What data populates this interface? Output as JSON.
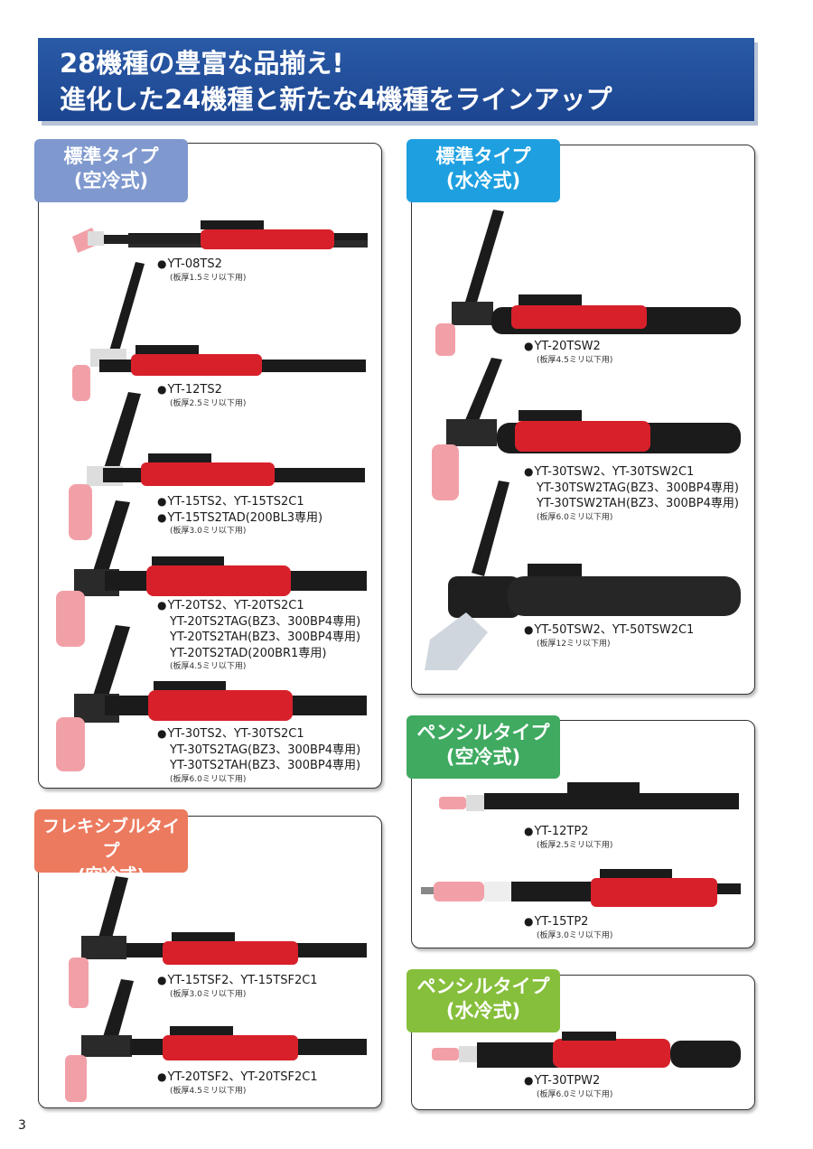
{
  "banner": {
    "line1": "28機種の豊富な品揃え!",
    "line2": "進化した24機種と新たな4機種をラインアップ"
  },
  "categories": {
    "std_air": {
      "line1": "標準タイプ",
      "line2": "(空冷式)",
      "color": "#7f99cf"
    },
    "std_water": {
      "line1": "標準タイプ",
      "line2": "(水冷式)",
      "color": "#1ea0e0"
    },
    "flex_air": {
      "line1": "フレキシブルタイプ",
      "line2": "(空冷式)",
      "color": "#ec7a5e"
    },
    "pencil_air": {
      "line1": "ペンシルタイプ",
      "line2": "(空冷式)",
      "color": "#3faa60"
    },
    "pencil_water": {
      "line1": "ペンシルタイプ",
      "line2": "(水冷式)",
      "color": "#86bf3b"
    }
  },
  "bullet": "●",
  "models": {
    "yt08ts2": {
      "lines": [
        "YT-08TS2"
      ],
      "spec": "(板厚1.5ミリ以下用)"
    },
    "yt12ts2": {
      "lines": [
        "YT-12TS2"
      ],
      "spec": "(板厚2.5ミリ以下用)"
    },
    "yt15ts2": {
      "lines": [
        "YT-15TS2、YT-15TS2C1",
        "YT-15TS2TAD(200BL3専用)"
      ],
      "spec": "(板厚3.0ミリ以下用)"
    },
    "yt20ts2": {
      "lines": [
        "YT-20TS2、YT-20TS2C1",
        "YT-20TS2TAG(BZ3、300BP4専用)",
        "YT-20TS2TAH(BZ3、300BP4専用)",
        "YT-20TS2TAD(200BR1専用)"
      ],
      "spec": "(板厚4.5ミリ以下用)"
    },
    "yt30ts2": {
      "lines": [
        "YT-30TS2、YT-30TS2C1",
        "YT-30TS2TAG(BZ3、300BP4専用)",
        "YT-30TS2TAH(BZ3、300BP4専用)"
      ],
      "spec": "(板厚6.0ミリ以下用)"
    },
    "yt15tsf2": {
      "lines": [
        "YT-15TSF2、YT-15TSF2C1"
      ],
      "spec": "(板厚3.0ミリ以下用)"
    },
    "yt20tsf2": {
      "lines": [
        "YT-20TSF2、YT-20TSF2C1"
      ],
      "spec": "(板厚4.5ミリ以下用)"
    },
    "yt20tsw2": {
      "lines": [
        "YT-20TSW2"
      ],
      "spec": "(板厚4.5ミリ以下用)"
    },
    "yt30tsw2": {
      "lines": [
        "YT-30TSW2、YT-30TSW2C1",
        "YT-30TSW2TAG(BZ3、300BP4専用)",
        "YT-30TSW2TAH(BZ3、300BP4専用)"
      ],
      "spec": "(板厚6.0ミリ以下用)"
    },
    "yt50tsw2": {
      "lines": [
        "YT-50TSW2、YT-50TSW2C1"
      ],
      "spec": "(板厚12ミリ以下用)"
    },
    "yt12tp2": {
      "lines": [
        "YT-12TP2"
      ],
      "spec": "(板厚2.5ミリ以下用)"
    },
    "yt15tp2": {
      "lines": [
        "YT-15TP2"
      ],
      "spec": "(板厚3.0ミリ以下用)"
    },
    "yt30tpw2": {
      "lines": [
        "YT-30TPW2"
      ],
      "spec": "(板厚6.0ミリ以下用)"
    }
  },
  "colors": {
    "torch_red": "#d8202a",
    "cable_black": "#1b1b1b",
    "nozzle_pink": "#f2a0a8"
  },
  "page_number": "3"
}
